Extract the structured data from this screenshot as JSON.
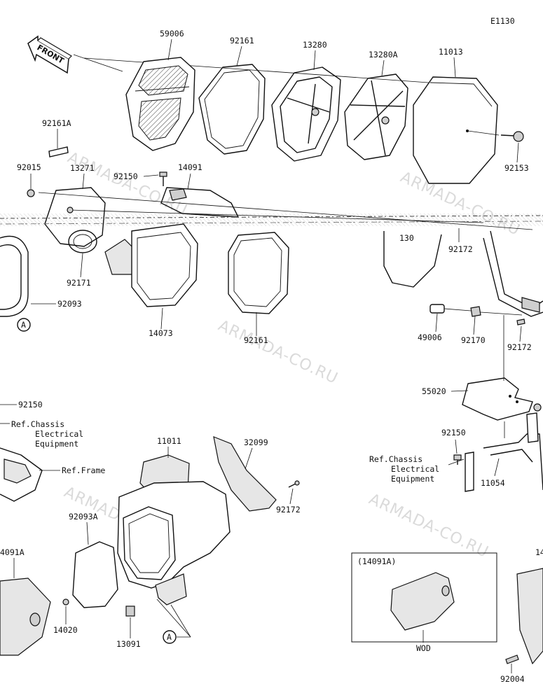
{
  "diagram_code": "E1130",
  "front_arrow_label": "FRONT",
  "watermark": "ARMADA-CO.RU",
  "callout_a": "A",
  "inset_box": {
    "title": "(14091A)",
    "caption": "WOD"
  },
  "notes": {
    "ref_chassis_left": [
      "Ref.Chassis",
      "Electrical",
      "Equipment"
    ],
    "ref_frame": "Ref.Frame",
    "ref_chassis_right": [
      "Ref.Chassis",
      "Electrical",
      "Equipment"
    ]
  },
  "part_numbers": {
    "p59006": "59006",
    "p92161_top": "92161",
    "p13280": "13280",
    "p13280A": "13280A",
    "p11013": "11013",
    "p92161A": "92161A",
    "p92015": "92015",
    "p13271": "13271",
    "p92150_top": "92150",
    "p14091": "14091",
    "p92153": "92153",
    "p130": "130",
    "p92172_mid": "92172",
    "p92171": "92171",
    "p92093": "92093",
    "p14073": "14073",
    "p92161_mid": "92161",
    "p49006": "49006",
    "p92170": "92170",
    "p92172_right": "92172",
    "p92150_left": "92150",
    "p55020": "55020",
    "p92150_right": "92150",
    "p11011": "11011",
    "p32099": "32099",
    "p92172_low": "92172",
    "p11054": "11054",
    "p92093A": "92093A",
    "p14091A_left": "4091A",
    "p14020": "14020",
    "p13091": "13091",
    "p14_right": "14",
    "p92004": "92004"
  }
}
